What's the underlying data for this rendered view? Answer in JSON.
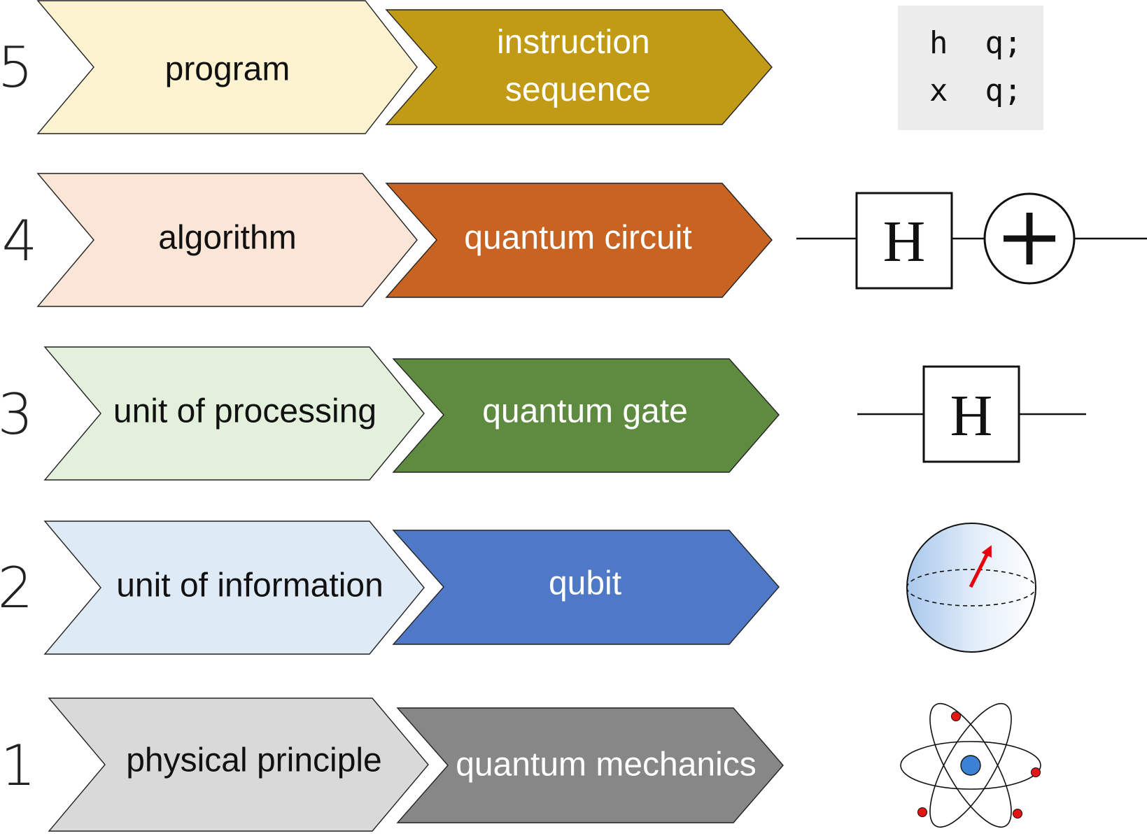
{
  "levels": [
    {
      "number": "5",
      "concept": "program",
      "quantum": [
        "instruction",
        "sequence"
      ],
      "light_color": "#fdf3d0",
      "dark_color": "#c19a16",
      "quantum_text_color": "#ffffff",
      "icon": "code-snippet-icon",
      "code_lines": [
        "h  q;",
        "x  q;"
      ]
    },
    {
      "number": "4",
      "concept": "algorithm",
      "quantum": [
        "quantum circuit"
      ],
      "light_color": "#fbe5d6",
      "dark_color": "#c86322",
      "quantum_text_color": "#ffffff",
      "icon": "quantum-circuit-icon",
      "gate_label": "H"
    },
    {
      "number": "3",
      "concept": "unit of processing",
      "quantum": [
        "quantum gate"
      ],
      "light_color": "#e3f0dc",
      "dark_color": "#5f8b41",
      "quantum_text_color": "#ffffff",
      "icon": "hadamard-gate-icon",
      "gate_label": "H"
    },
    {
      "number": "2",
      "concept": "unit of information",
      "quantum": [
        "qubit"
      ],
      "light_color": "#deebf7",
      "dark_color": "#4f79c6",
      "quantum_text_color": "#ffffff",
      "icon": "bloch-sphere-icon"
    },
    {
      "number": "1",
      "concept": "physical principle",
      "quantum": [
        "quantum mechanics"
      ],
      "light_color": "#d9d9d9",
      "dark_color": "#878787",
      "quantum_text_color": "#ffffff",
      "icon": "atom-icon"
    }
  ],
  "colors": {
    "outline": "#222222",
    "text_dark": "#111111",
    "code_background": "#ececec",
    "qubit_arrow": "#e8000d",
    "nucleus": "#3b82d6",
    "electron": "#e31515"
  }
}
